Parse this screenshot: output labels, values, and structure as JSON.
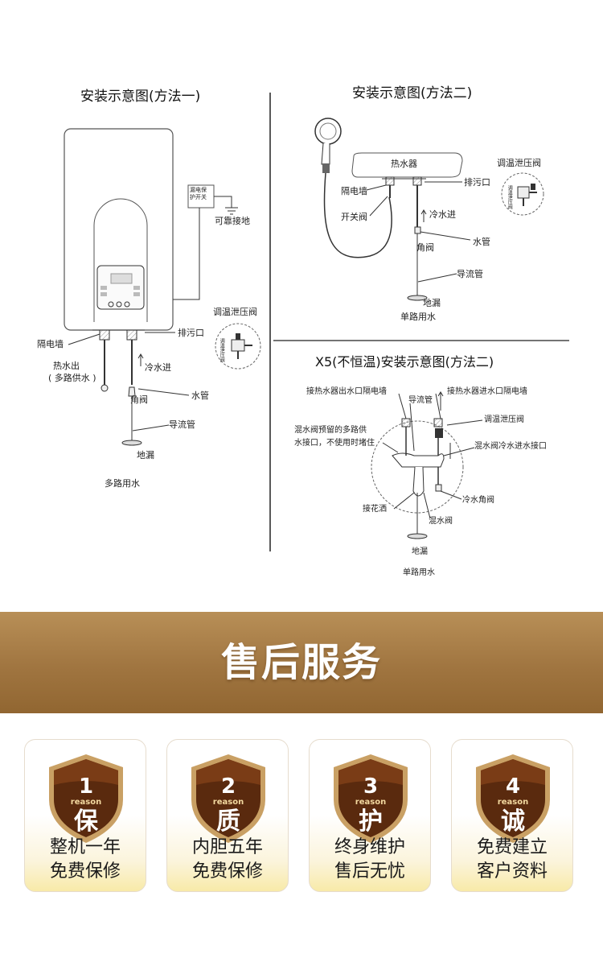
{
  "method1": {
    "title": "安装示意图(方法一)",
    "leak_switch": [
      "漏电保",
      "护开关"
    ],
    "ground": "可靠接地",
    "tempvalve": "调温泄压阀",
    "wall": "隔电墙",
    "drain": "排污口",
    "hot_out": "热水出",
    "multi_supply": "( 多路供水 )",
    "cold_in": "冷水进",
    "angle_valve": "角阀",
    "water_pipe": "水管",
    "guide_pipe": "导流管",
    "floor_drain": "地漏",
    "usage": "多路用水"
  },
  "method2": {
    "title": "安装示意图(方法二)",
    "heater": "热水器",
    "drain": "排污口",
    "tempvalve": "调温泄压阀",
    "wall": "隔电墙",
    "switch_valve": "开关阀",
    "cold_in": "冷水进",
    "water_pipe": "水管",
    "angle_valve": "角阀",
    "guide_pipe": "导流管",
    "floor_drain": "地漏",
    "usage": "单路用水"
  },
  "x5": {
    "title": "X5(不恒温)安装示意图(方法二)",
    "hot_outlet_wall": "接热水器出水口隔电墙",
    "inlet_wall": "接热水器进水口隔电墙",
    "guide_pipe": "导流管",
    "tempvalve": "调温泄压阀",
    "reserved_line1": "混水阀预留的多路供",
    "reserved_line2": "水接口，不使用时堵住",
    "mixer_cold_inlet": "混水阀冷水进水接口",
    "cold_angle_valve": "冷水角阀",
    "shower": "接花洒",
    "mixer_valve": "混水阀",
    "floor_drain": "地漏",
    "usage": "单路用水"
  },
  "service": {
    "title": "售后服务",
    "cards": [
      {
        "num": "1",
        "reason": "reason",
        "char": "保",
        "line1": "整机一年",
        "line2": "免费保修"
      },
      {
        "num": "2",
        "reason": "reason",
        "char": "质",
        "line1": "内胆五年",
        "line2": "免费保修"
      },
      {
        "num": "3",
        "reason": "reason",
        "char": "护",
        "line1": "终身维护",
        "line2": "售后无忧"
      },
      {
        "num": "4",
        "reason": "reason",
        "char": "诚",
        "line1": "免费建立",
        "line2": "客户资料"
      }
    ]
  },
  "colors": {
    "banner": "#a07540",
    "badge_dark": "#5a2a0e",
    "badge_gold": "#c9a064"
  }
}
